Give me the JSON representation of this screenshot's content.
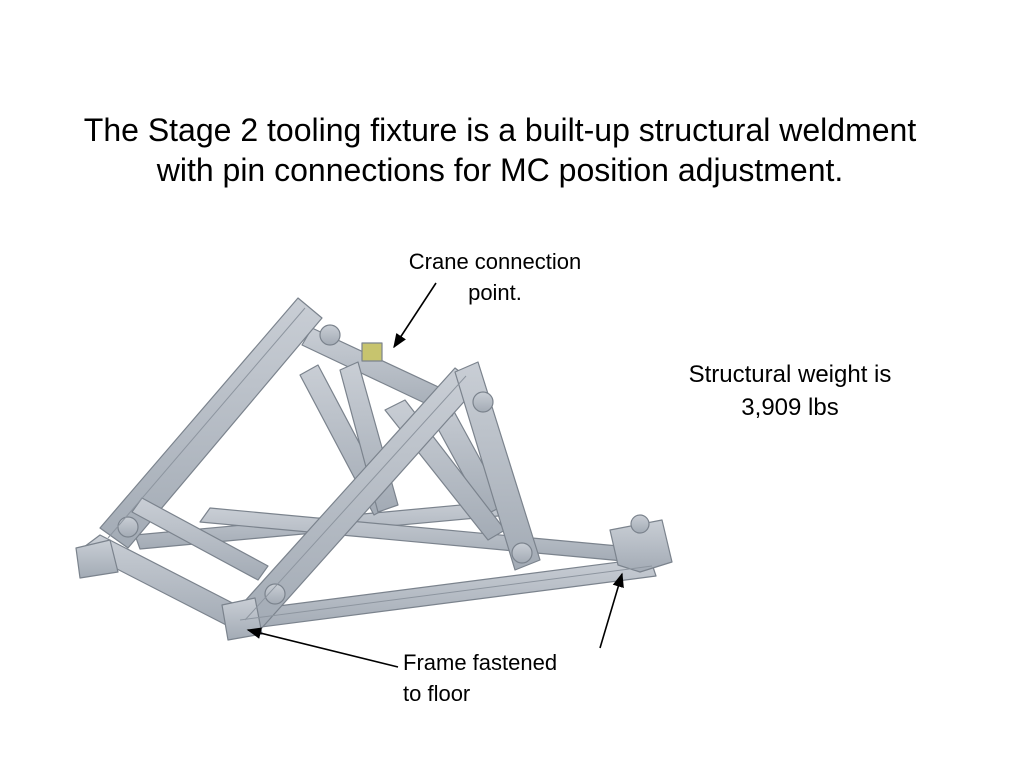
{
  "slide": {
    "title_line1": "The Stage 2 tooling fixture is a built-up structural weldment",
    "title_line2": "with pin connections for MC position adjustment."
  },
  "callouts": {
    "crane_line1": "Crane connection",
    "crane_line2": "point.",
    "weight_line1": "Structural weight is",
    "weight_line2": "3,909 lbs",
    "floor_line1": "Frame fastened",
    "floor_line2": "to floor"
  },
  "colors": {
    "steel": "#b3bac3",
    "steel_edge": "#7b838d",
    "steel_shadow": "#8d959f",
    "text": "#000000",
    "background": "#ffffff"
  }
}
